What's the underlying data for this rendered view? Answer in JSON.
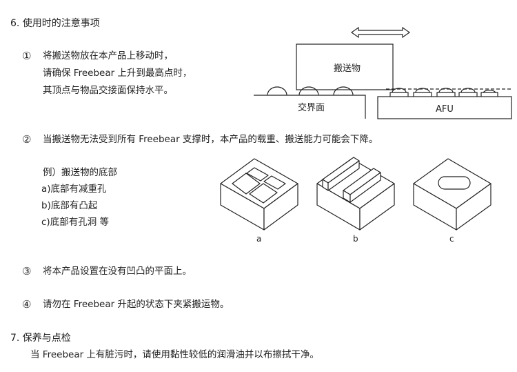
{
  "section6": {
    "heading": "6.  使用时的注意事项",
    "item1": {
      "marker": "①",
      "lines": [
        "将搬送物放在本产品上移动时，",
        "请确保 Freebear 上升到最高点时，",
        "其顶点与物品交接面保持水平。"
      ]
    },
    "figure1": {
      "load_label": "搬送物",
      "interface_label": "交界面",
      "unit_label": "AFU"
    },
    "item2": {
      "marker": "②",
      "text": "当搬送物无法受到所有 Freebear 支撑时，本产品的载重、搬送能力可能会下降。",
      "example_title": "例）搬送物的底部",
      "examples": [
        "a)底部有减重孔",
        "b)底部有凸起",
        "c)底部有孔洞     等"
      ],
      "figure_labels": [
        "a",
        "b",
        "c"
      ]
    },
    "item3": {
      "marker": "③",
      "text": "将本产品设置在没有凹凸的平面上。"
    },
    "item4": {
      "marker": "④",
      "text": "请勿在 Freebear 升起的状态下夹紧搬运物。"
    }
  },
  "section7": {
    "heading": "7.  保养与点检",
    "text": "当 Freebear 上有脏污时，请使用黏性较低的润滑油并以布擦拭干净。"
  }
}
